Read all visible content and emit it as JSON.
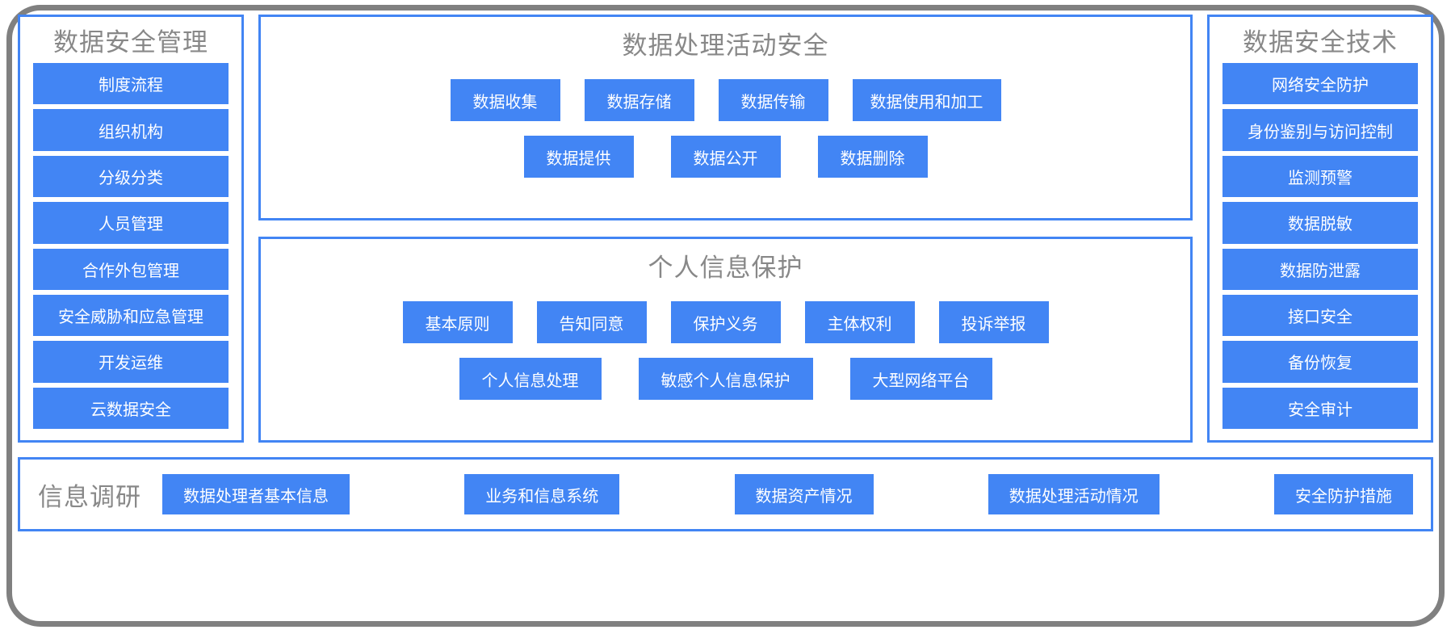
{
  "colors": {
    "chip_fill": "#4285F4",
    "panel_border": "#4285F4",
    "title_text": "#888888",
    "chip_text": "#FFFFFF",
    "outer_frame": "#808080",
    "background": "#FFFFFF"
  },
  "left_panel": {
    "title": "数据安全管理",
    "items": [
      {
        "label": "制度流程"
      },
      {
        "label": "组织机构"
      },
      {
        "label": "分级分类"
      },
      {
        "label": "人员管理"
      },
      {
        "label": "合作外包管理"
      },
      {
        "label": "安全威胁和应急管理"
      },
      {
        "label": "开发运维"
      },
      {
        "label": "云数据安全"
      }
    ]
  },
  "middle_top_panel": {
    "title": "数据处理活动安全",
    "rows": [
      [
        {
          "label": "数据收集"
        },
        {
          "label": "数据存储"
        },
        {
          "label": "数据传输"
        },
        {
          "label": "数据使用和加工"
        }
      ],
      [
        {
          "label": "数据提供"
        },
        {
          "label": "数据公开"
        },
        {
          "label": "数据删除"
        }
      ]
    ]
  },
  "middle_bottom_panel": {
    "title": "个人信息保护",
    "rows": [
      [
        {
          "label": "基本原则"
        },
        {
          "label": "告知同意"
        },
        {
          "label": "保护义务"
        },
        {
          "label": "主体权利"
        },
        {
          "label": "投诉举报"
        }
      ],
      [
        {
          "label": "个人信息处理"
        },
        {
          "label": "敏感个人信息保护"
        },
        {
          "label": "大型网络平台"
        }
      ]
    ]
  },
  "right_panel": {
    "title": "数据安全技术",
    "items": [
      {
        "label": "网络安全防护"
      },
      {
        "label": "身份鉴别与访问控制"
      },
      {
        "label": "监测预警"
      },
      {
        "label": "数据脱敏"
      },
      {
        "label": "数据防泄露"
      },
      {
        "label": "接口安全"
      },
      {
        "label": "备份恢复"
      },
      {
        "label": "安全审计"
      }
    ]
  },
  "bottom_bar": {
    "label": "信息调研",
    "items": [
      {
        "label": "数据处理者基本信息"
      },
      {
        "label": "业务和信息系统"
      },
      {
        "label": "数据资产情况"
      },
      {
        "label": "数据处理活动情况"
      },
      {
        "label": "安全防护措施"
      }
    ]
  }
}
